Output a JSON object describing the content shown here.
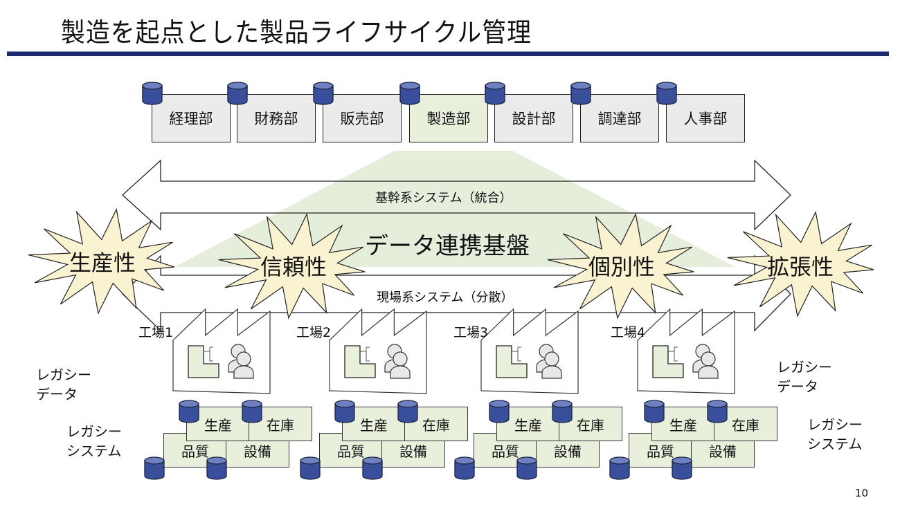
{
  "title": "製造を起点とした製品ライフサイクル管理",
  "colors": {
    "title_rule": "#1c2a6b",
    "db_fill": "#3a4f9c",
    "dept_fill": "#ebebeb",
    "highlight_fill": "#e8f0dc",
    "platform_fill": "#e4eedb",
    "burst_fill": "#f9f3d2"
  },
  "departments": [
    {
      "label": "経理部",
      "highlight": false
    },
    {
      "label": "財務部",
      "highlight": false
    },
    {
      "label": "販売部",
      "highlight": false
    },
    {
      "label": "製造部",
      "highlight": true
    },
    {
      "label": "設計部",
      "highlight": false
    },
    {
      "label": "調達部",
      "highlight": false
    },
    {
      "label": "人事部",
      "highlight": false
    }
  ],
  "arrows": {
    "core": "基幹系システム（統合）",
    "field": "現場系システム（分散）"
  },
  "platform": "データ連携基盤",
  "qualities": [
    "生産性",
    "信頼性",
    "個別性",
    "拡張性"
  ],
  "factories": [
    {
      "label": "工場1"
    },
    {
      "label": "工場2"
    },
    {
      "label": "工場3"
    },
    {
      "label": "工場4"
    }
  ],
  "legacy_systems": [
    "生産",
    "在庫",
    "品質",
    "設備"
  ],
  "side_labels": {
    "legacy_data": "レガシー\nデータ",
    "legacy_system": "レガシー\nシステム"
  },
  "page_number": "10"
}
